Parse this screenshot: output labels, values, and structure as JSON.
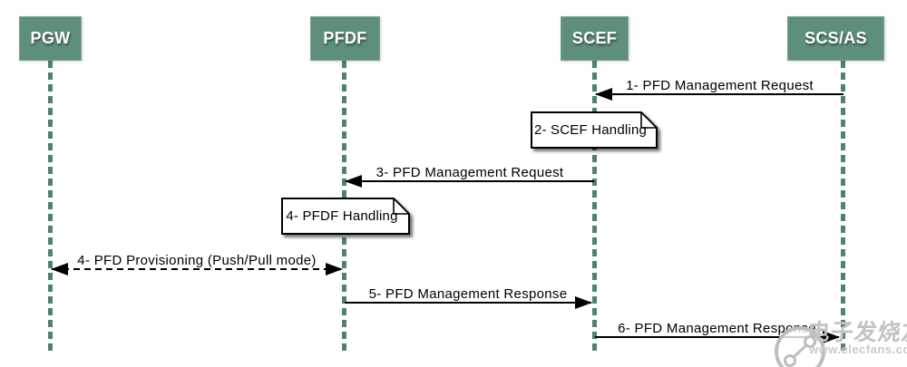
{
  "diagram": {
    "type": "sequence-diagram",
    "actors": [
      {
        "name": "PGW"
      },
      {
        "name": "PFDF"
      },
      {
        "name": "SCEF"
      },
      {
        "name": "SCS/AS"
      }
    ],
    "messages": [
      {
        "label": "1- PFD Management Request",
        "from": "SCS/AS",
        "to": "SCEF",
        "line": "solid",
        "direction": "left"
      },
      {
        "label": "3- PFD Management Request",
        "from": "SCEF",
        "to": "PFDF",
        "line": "solid",
        "direction": "left"
      },
      {
        "label": "4- PFD Provisioning (Push/Pull mode)",
        "from": "PFDF",
        "to": "PGW",
        "line": "dashed",
        "direction": "both"
      },
      {
        "label": "5- PFD Management Response",
        "from": "PFDF",
        "to": "SCEF",
        "line": "solid",
        "direction": "right"
      },
      {
        "label": "6- PFD Management Response",
        "from": "SCEF",
        "to": "SCS/AS",
        "line": "solid",
        "direction": "right"
      }
    ],
    "notes": [
      {
        "label": "2- SCEF Handling",
        "at": "SCEF"
      },
      {
        "label": "4- PFDF Handling",
        "at": "PFDF"
      }
    ],
    "colors": {
      "actor_fill": "#5E8F7B",
      "lifeline": "#4E8273",
      "message_line": "#000000",
      "note_fill": "#FFFFFF",
      "watermark_gray": "#C3C3C3"
    }
  },
  "watermark": {
    "logo": "elecfans-logo",
    "brand_cjk": "电子发烧友",
    "url": "www.elecfans.com"
  }
}
